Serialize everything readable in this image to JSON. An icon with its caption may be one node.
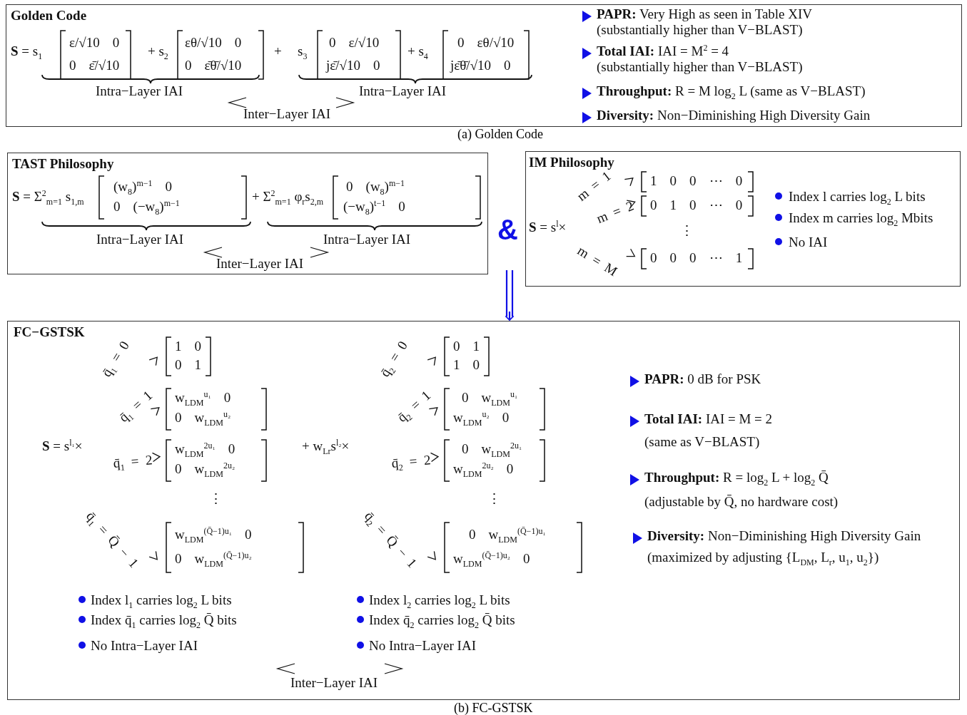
{
  "diagram": {
    "nodes": [
      {
        "text": [
          "Golden Code",
          "**S** = s$_{1}$",
          "ε/√10 0",
          "0 ε̄/√10",
          "+ s$_{2}$",
          "εθ/√10 0",
          "0 ε̄θ̄/√10",
          "+",
          "s$_{3}$",
          "0 ε/√10",
          "jε̄/√10 0",
          "+ s$_{4}$",
          "0 εθ/√10",
          "jε̄θ̄/√10 0",
          "Intra−Layer IAI",
          "Intra−Layer IAI",
          "Inter−Layer IAI",
          "**PAPR:** Very High as seen in Table XIV",
          "(substantially higher than V−BLAST)",
          "**Total IAI:** IAI = M$^{2}$ = 4",
          "(substantially higher than V−BLAST)",
          "**Throughput:** R = M log$_{2}$ L (same as V−BLAST)",
          "**Diversity:** Non−Diminishing High Diversity Gain"
        ]
      },
      {
        "text": [
          "TAST Philosophy",
          "**S** = Σ$^{2}$$_{m=1}$ s$_{1,m}$",
          "(w$_{8}$)$^{m−1}$ 0",
          "0 (−w$_{8}$)$^{m−1}$",
          "+ Σ$^{2}$$_{m=1}$ φ$_{r}$s$_{2,m}$",
          "0 (w$_{8}$)$^{m−1}$",
          "(−w$_{8}$)$^{t−1}$ 0",
          "Intra−Layer IAI",
          "Intra−Layer IAI",
          "Inter−Layer IAI"
        ]
      },
      {
        "text": [
          "IM Philosophy",
          "**S** = s$^{l}$×",
          "m = 1",
          "m = 2",
          "m = M",
          "1 0 0 ⋯ 0",
          "0 1 0 ⋯ 0",
          "⋮",
          "0 0 0 ⋯ 1",
          "Index l carries log$_{2}$ L bits",
          "Index m carries log$_{2}$ Mbits",
          "No IAI"
        ]
      },
      {
        "text": [
          "FC−GSTSK",
          "**S** = s$^{l₁}$×",
          "q̄$_{1}$ = 0",
          "q̄$_{1}$ = 1",
          "q̄$_{1}$ = 2",
          "q̄$_{1}$ = Q̄ − 1",
          "1 0",
          "0 1",
          "w$_{LDM}$$^{u₁}$ 0",
          "0 w$_{LDM}$$^{u₂}$",
          "w$_{LDM}$$^{2u₁}$ 0",
          "0 w$_{LDM}$$^{2u₂}$",
          "⋮",
          "w$_{LDM}$$^{(Q̄−1)u₁}$ 0",
          "0 w$_{LDM}$$^{(Q̄−1)u₂}$",
          "+ w$_{Lr}$s$^{l₂}$×",
          "q̄$_{2}$ = 0",
          "q̄$_{2}$ = 1",
          "q̄$_{2}$ = 2",
          "q̄$_{2}$ = Q̄ − 1",
          "0 1",
          "1 0",
          "0 w$_{LDM}$$^{u₁}$",
          "w$_{LDM}$$^{u₂}$ 0",
          "0 w$_{LDM}$$^{2u₁}$",
          "w$_{LDM}$$^{2u₂}$ 0",
          "⋮",
          "0 w$_{LDM}$$^{(Q̄−1)u₁}$",
          "w$_{LDM}$$^{(Q̄−1)u₂}$ 0",
          "Index l$_{1}$ carries log$_{2}$ L bits",
          "Index q̄$_{1}$ carries log$_{2}$ Q̄ bits",
          "No Intra−Layer IAI",
          "Index l$_{2}$ carries log$_{2}$ L bits",
          "Index q̄$_{2}$ carries log$_{2}$ Q̄ bits",
          "No Intra−Layer IAI",
          "Inter−Layer IAI",
          "**PAPR:** 0 dB for PSK",
          "**Total IAI:** IAI = M = 2",
          "(same as V−BLAST)",
          "**Throughput:** R = log$_{2}$ L + log$_{2}$ Q̄",
          "(adjustable by Q̄, no hardware cost)",
          "**Diversity:** Non−Diminishing High Diversity Gain",
          "(maximized by adjusting {L$_{DM}$, L$_{r}$, u$_{1}$, u$_{2}$})"
        ]
      }
    ],
    "edges": [
      {
        "from": null,
        "to": 3,
        "arrow": "to"
      }
    ],
    "labels": [
      "&",
      "(a) Golden Code",
      "(b) FC-GSTSK"
    ]
  }
}
